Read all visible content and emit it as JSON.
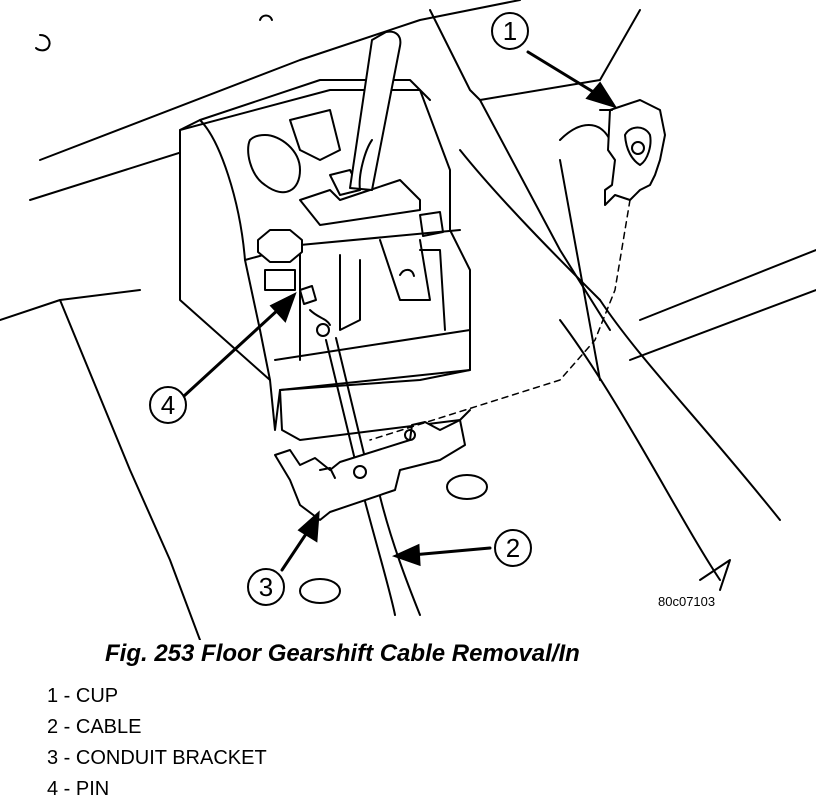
{
  "figure": {
    "code": "80c07103",
    "caption": "Fig. 253 Floor Gearshift Cable Removal/In"
  },
  "callouts": [
    {
      "number": "1"
    },
    {
      "number": "2"
    },
    {
      "number": "3"
    },
    {
      "number": "4"
    }
  ],
  "legend": [
    {
      "text": "1 - CUP"
    },
    {
      "text": "2 - CABLE"
    },
    {
      "text": "3 - CONDUIT BRACKET"
    },
    {
      "text": "4 - PIN"
    }
  ]
}
